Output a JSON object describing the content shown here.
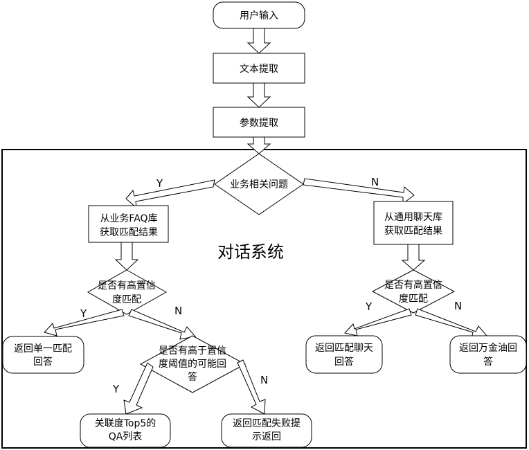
{
  "nodes": {
    "input": "用户输入",
    "text_extract": "文本提取",
    "param_extract": "参数提取",
    "business_q": "业务相关问题",
    "faq_line1": "从业务FAQ库",
    "faq_line2": "获取匹配结果",
    "chat_line1": "从通用聊天库",
    "chat_line2": "获取匹配结果",
    "high_conf_l1": "是否有高置信",
    "high_conf_l2": "度匹配",
    "high_conf_r1": "是否有高置信",
    "high_conf_r2": "度匹配",
    "return_single_l1": "返回单一匹配",
    "return_single_l2": "回答",
    "threshold_l1": "是否有高于置信",
    "threshold_l2": "度阈值的可能回",
    "threshold_l3": "答",
    "top5_l1": "关联度Top5的",
    "top5_l2": "QA列表",
    "fail_l1": "返回匹配失败提",
    "fail_l2": "示返回",
    "return_chat_l1": "返回匹配聊天",
    "return_chat_l2": "回答",
    "return_default_l1": "返回万金油回",
    "return_default_l2": "答"
  },
  "labels": {
    "y1": "Y",
    "n1": "N",
    "y2": "Y",
    "n2": "N",
    "y3": "Y",
    "n3": "N",
    "y4": "Y",
    "n4": "N"
  },
  "system_label": "对话系统"
}
